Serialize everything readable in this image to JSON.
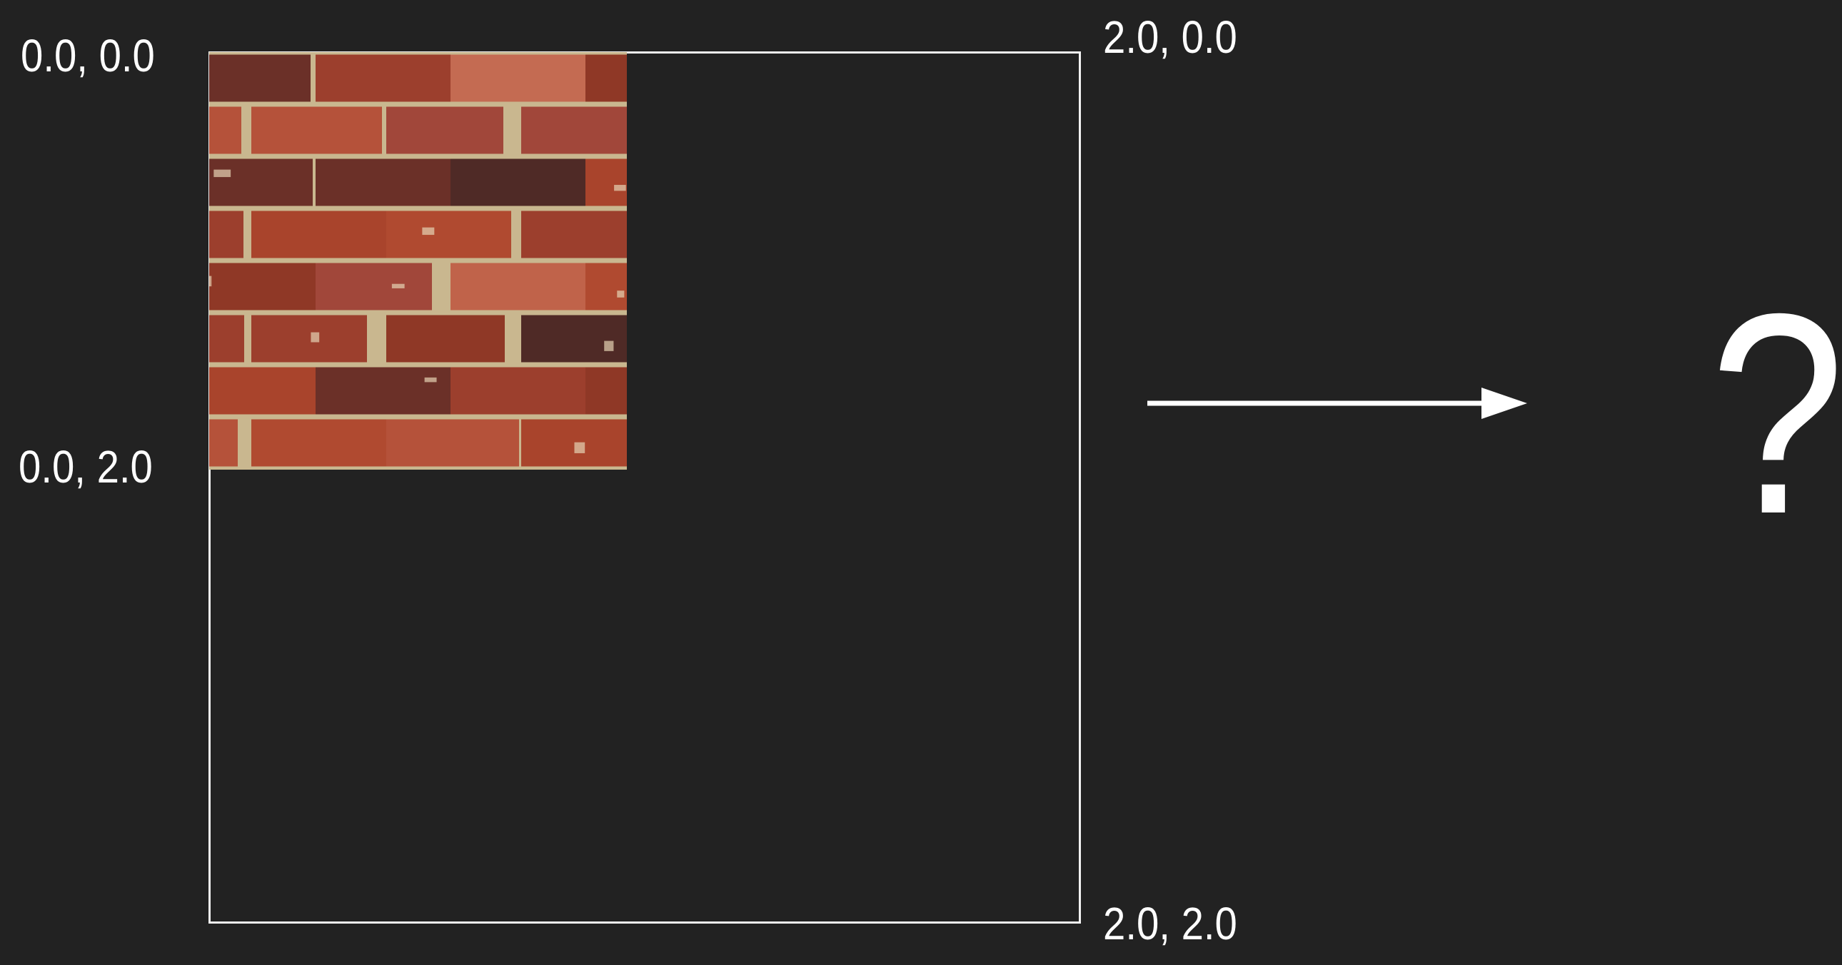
{
  "colors": {
    "background": "#222222",
    "foreground": "#ffffff",
    "mortar": "#c9b78f",
    "brick_main": "#a9442c"
  },
  "coordinates": {
    "top_left": "0.0, 0.0",
    "top_right": "2.0, 0.0",
    "bottom_left": "0.0, 2.0",
    "bottom_right": "2.0, 2.0"
  },
  "texture": {
    "name": "brick-wall-icon"
  },
  "arrow": {
    "name": "right-arrow-icon"
  },
  "result": {
    "label": "?"
  }
}
